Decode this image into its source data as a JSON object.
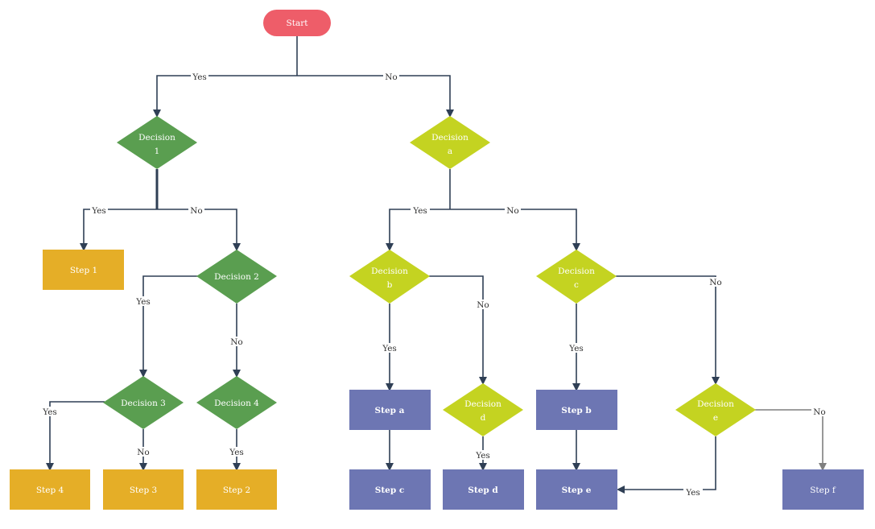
{
  "colors": {
    "start": "#ee5d69",
    "decision_green": "#5a9e50",
    "decision_lime": "#c4d321",
    "step_orange": "#e5ae27",
    "step_purple": "#6d76b3",
    "edge": "#2f3f55",
    "edge_gray": "#7f7f7f"
  },
  "nodes": {
    "start": {
      "text": "Start"
    },
    "decision_1": {
      "line1": "Decision",
      "line2": "1"
    },
    "decision_2": {
      "text": "Decision 2"
    },
    "decision_3": {
      "text": "Decision 3"
    },
    "decision_4": {
      "text": "Decision 4"
    },
    "step_1": {
      "text": "Step 1"
    },
    "step_2": {
      "text": "Step 2"
    },
    "step_3": {
      "text": "Step 3"
    },
    "step_4": {
      "text": "Step 4"
    },
    "decision_a": {
      "line1": "Decision",
      "line2": "a"
    },
    "decision_b": {
      "line1": "Decision",
      "line2": "b"
    },
    "decision_c": {
      "line1": "Decision",
      "line2": "c"
    },
    "decision_d": {
      "line1": "Decision",
      "line2": "d"
    },
    "decision_e": {
      "line1": "Decision",
      "line2": "e"
    },
    "step_a": {
      "text": "Step a"
    },
    "step_b": {
      "text": "Step b"
    },
    "step_c": {
      "text": "Step c"
    },
    "step_d": {
      "text": "Step d"
    },
    "step_e": {
      "text": "Step e"
    },
    "step_f": {
      "text": "Step f"
    }
  },
  "edges": {
    "start_yes": "Yes",
    "start_no": "No",
    "d1_yes": "Yes",
    "d1_no": "No",
    "d2_yes": "Yes",
    "d2_no": "No",
    "d3_yes": "Yes",
    "d3_no": "No",
    "d4_yes": "Yes",
    "da_yes": "Yes",
    "da_no": "No",
    "db_yes": "Yes",
    "db_no": "No",
    "dc_yes": "Yes",
    "dc_no": "No",
    "dd_yes": "Yes",
    "de_yes": "Yes",
    "de_no": "No"
  }
}
